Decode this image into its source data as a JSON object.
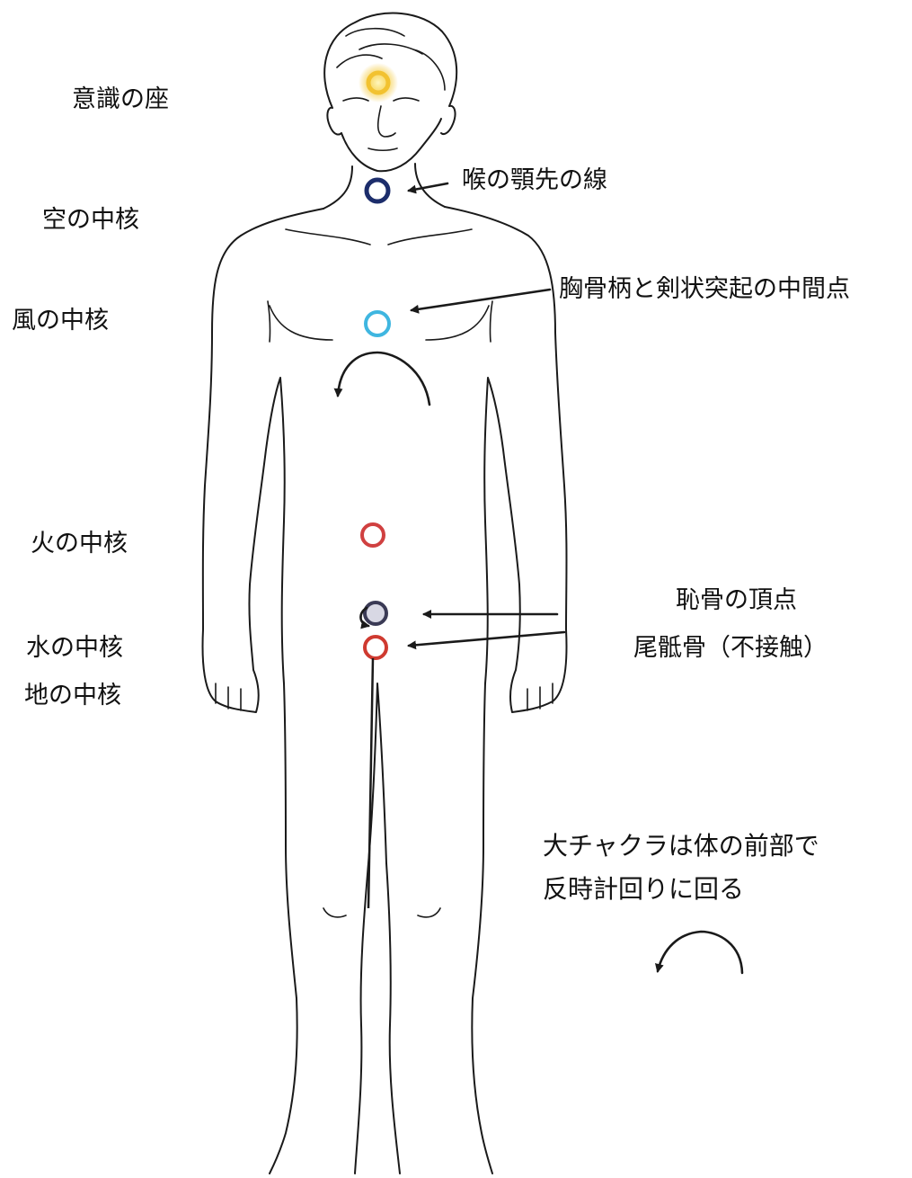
{
  "left_labels": {
    "seat_of_consciousness": "意識の座",
    "void_core": "空の中核",
    "wind_core": "風の中核",
    "fire_core": "火の中核",
    "water_core": "水の中核",
    "earth_core": "地の中核"
  },
  "right_labels": {
    "throat_line": "喉の顎先の線",
    "sternum_midpoint": "胸骨柄と剣状突起の中間点",
    "pubic_apex": "恥骨の頂点",
    "coccyx": "尾骶骨（不接触）"
  },
  "note": {
    "line1": "大チャクラは体の前部で",
    "line2": "反時計回りに回る"
  },
  "colors": {
    "consciousness_point": "#f2c230",
    "void_point": "#1c2d6b",
    "wind_point": "#3fb6e0",
    "fire_point": "#d04040",
    "water_point": "#3a3a55",
    "earth_point": "#cf3a30",
    "outline": "#1a1a1a"
  }
}
